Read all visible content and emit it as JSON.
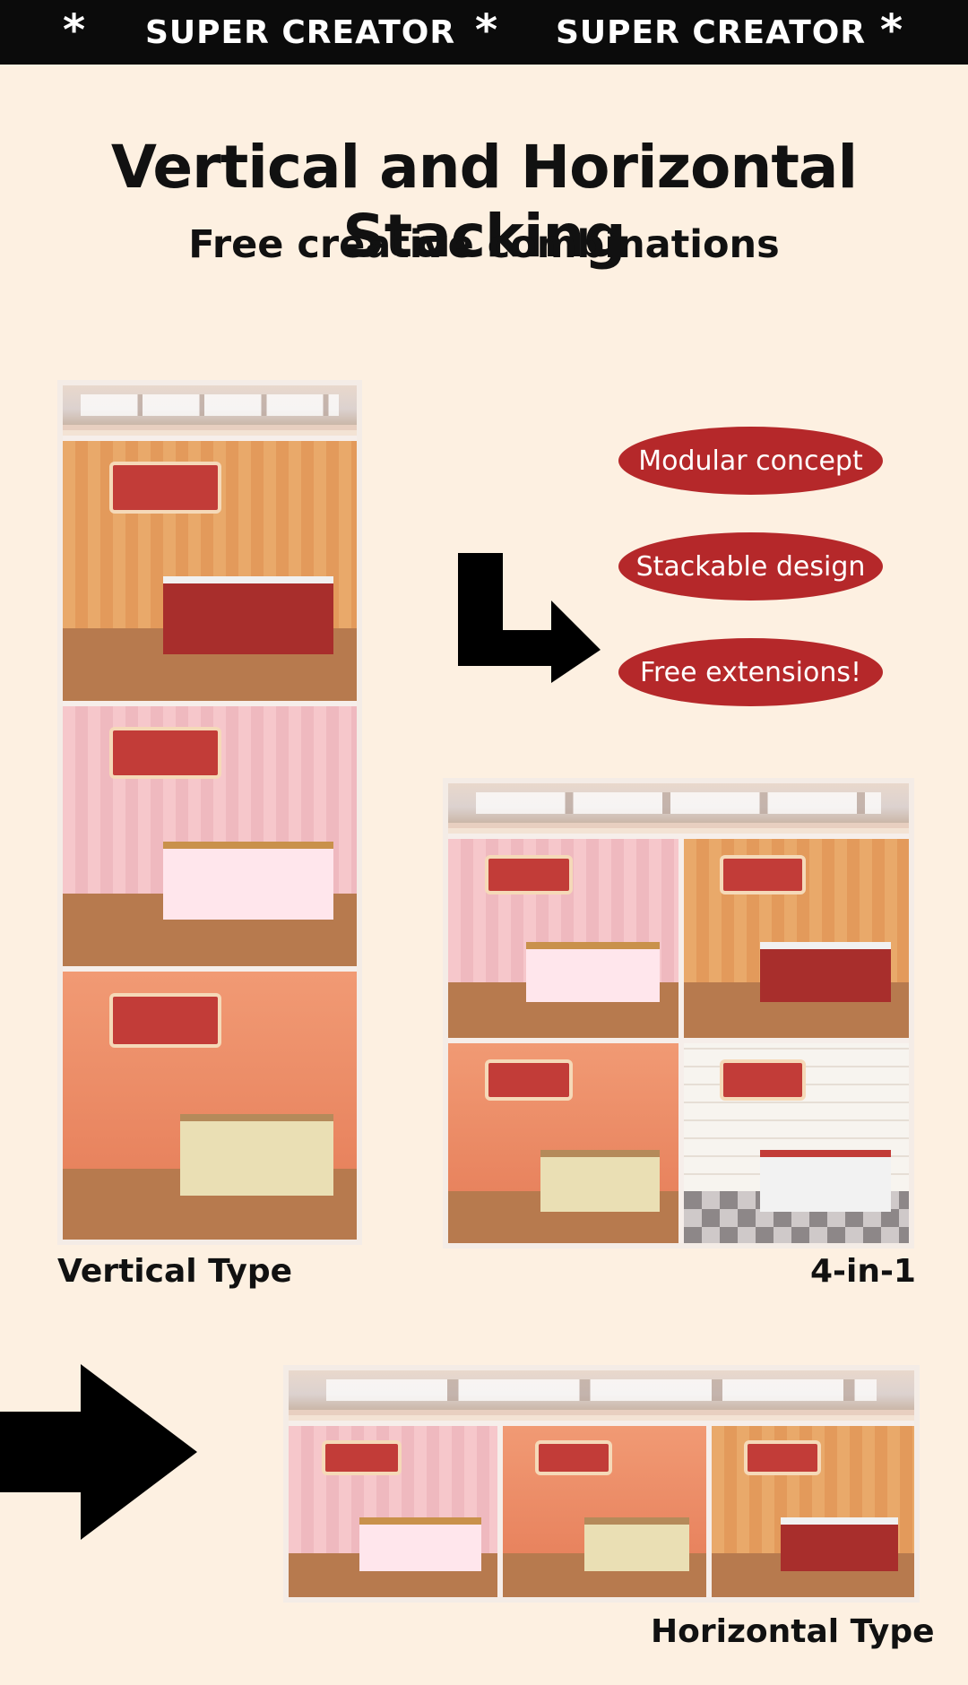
{
  "header": {
    "star": "*",
    "brand_left": "SUPER CREATOR",
    "brand_right": "SUPER CREATOR"
  },
  "title": "Vertical and Horizontal Stacking",
  "subtitle": "Free creative combinations",
  "features": [
    "Modular concept",
    "Stackable design",
    "Free extensions!"
  ],
  "labels": {
    "vertical": "Vertical Type",
    "four_in_one": "4-in-1",
    "horizontal": "Horizontal Type"
  },
  "colors": {
    "background": "#fdf0e1",
    "header": "#0b0b0b",
    "pill": "#b5282a"
  }
}
